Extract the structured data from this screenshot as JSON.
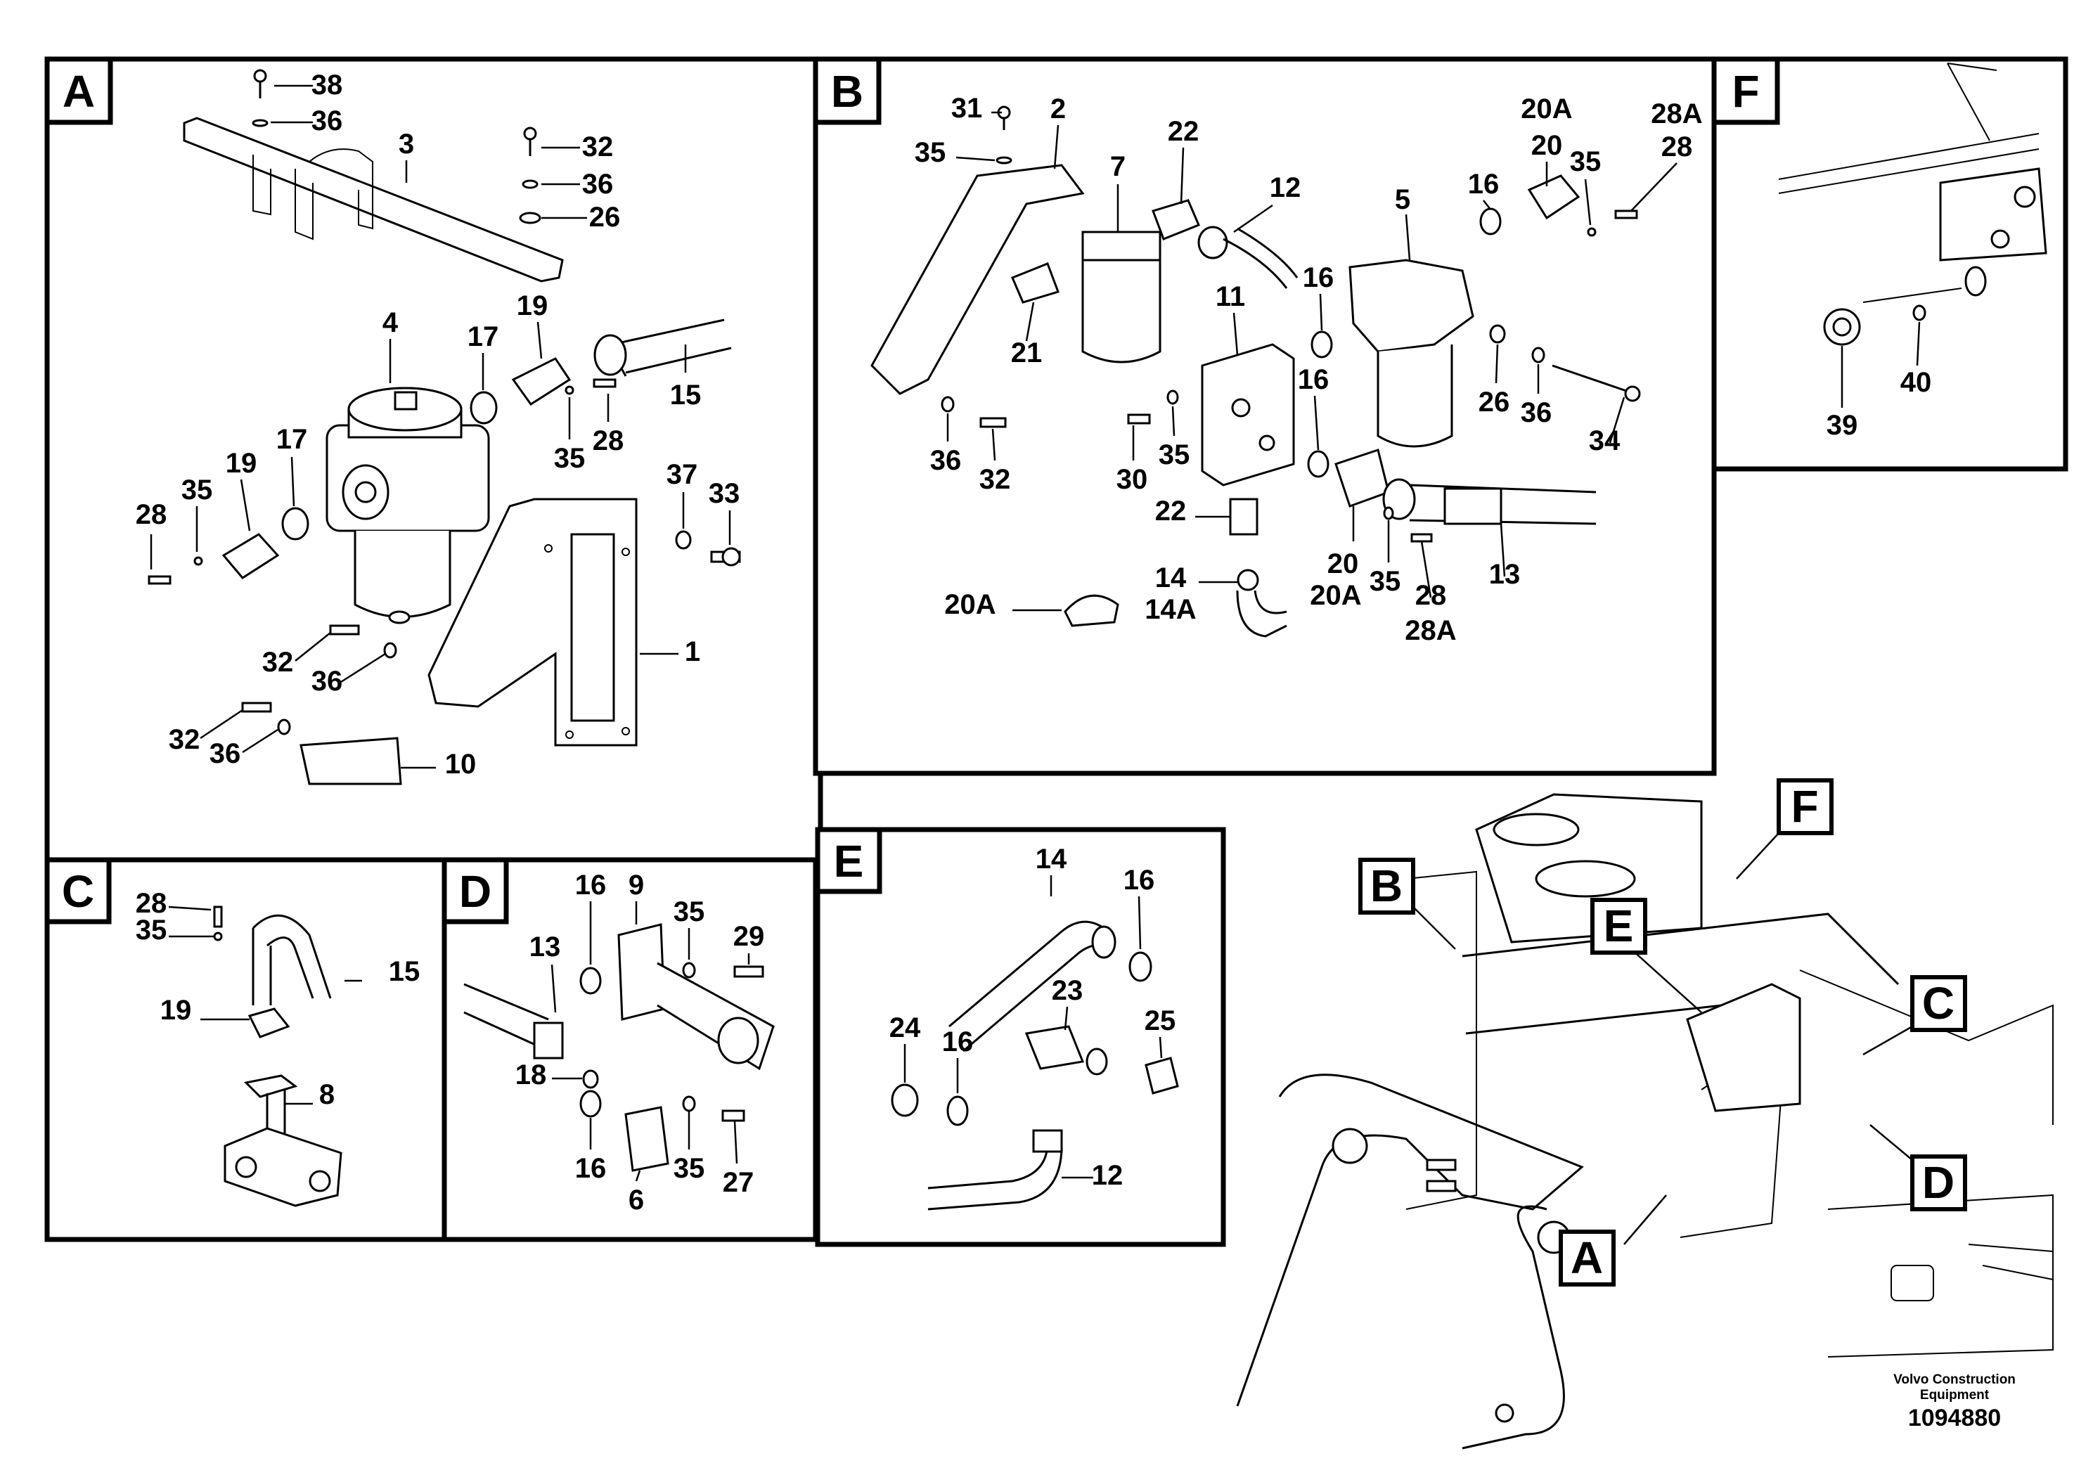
{
  "panels": [
    {
      "id": "A",
      "label": "A"
    },
    {
      "id": "B",
      "label": "B"
    },
    {
      "id": "C",
      "label": "C"
    },
    {
      "id": "D",
      "label": "D"
    },
    {
      "id": "E",
      "label": "E"
    },
    {
      "id": "F",
      "label": "F"
    }
  ],
  "callouts": {
    "A": [
      "38",
      "36",
      "3",
      "32",
      "36",
      "26",
      "4",
      "17",
      "19",
      "15",
      "35",
      "28",
      "19",
      "17",
      "37",
      "33",
      "28",
      "35",
      "32",
      "36",
      "1",
      "32",
      "36",
      "10"
    ],
    "B": [
      "31",
      "2",
      "35",
      "7",
      "22",
      "12",
      "20A",
      "20",
      "28A",
      "28",
      "35",
      "16",
      "5",
      "16",
      "11",
      "21",
      "16",
      "26",
      "36",
      "34",
      "36",
      "32",
      "30",
      "35",
      "22",
      "20",
      "35",
      "13",
      "28",
      "28A",
      "20A",
      "14",
      "14A",
      "20A"
    ],
    "C": [
      "28",
      "35",
      "15",
      "19",
      "8"
    ],
    "D": [
      "16",
      "9",
      "35",
      "29",
      "13",
      "18",
      "16",
      "6",
      "35",
      "27"
    ],
    "E": [
      "14",
      "16",
      "23",
      "25",
      "24",
      "16",
      "12"
    ],
    "F": [
      "39",
      "40"
    ]
  },
  "locator_tags": [
    "B",
    "E",
    "F",
    "C",
    "D",
    "A"
  ],
  "brand": {
    "line1": "Volvo Construction",
    "line2": "Equipment",
    "drawing_number": "1094880"
  }
}
